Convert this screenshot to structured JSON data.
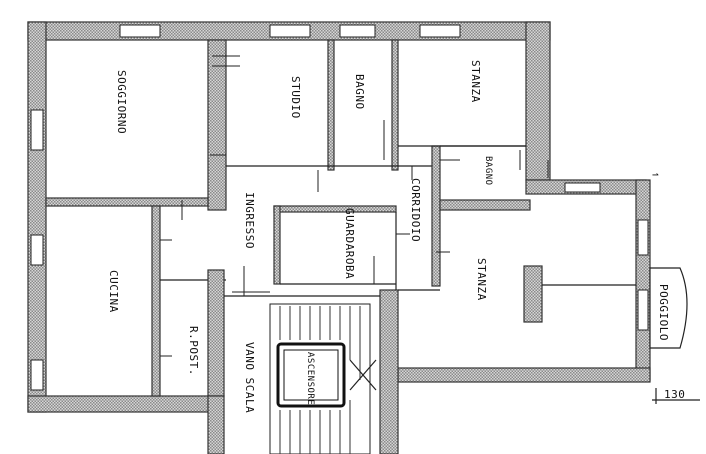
{
  "rooms": {
    "soggiorno": "SOGGIORNO",
    "studio": "STUDIO",
    "bagno_1": "BAGNO",
    "stanza_1": "STANZA",
    "bagno_2": "BAGNO",
    "corridoio": "CORRIDOIO",
    "ingresso": "INGRESSO",
    "guardaroba": "GUARDAROBA",
    "cucina": "CUCINA",
    "ripost": "R.POST.",
    "vano_scala": "VANO SCALA",
    "ascensore": "ASCENSORE",
    "stanza_2": "STANZA",
    "poggiolo": "POGGIOLO"
  },
  "dimension": "130",
  "colors": {
    "wall_hatch": "#9a9a9a",
    "line": "#222222"
  }
}
